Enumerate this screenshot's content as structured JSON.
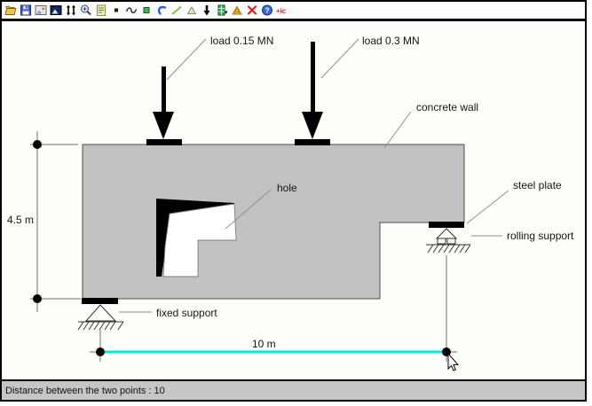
{
  "toolbar": {
    "icons": [
      "open-file",
      "save",
      "image-view",
      "image-invert",
      "fit-points",
      "zoom-in",
      "notes",
      "point-tool",
      "spline-tool",
      "node-tool",
      "arc-tool",
      "line-tool",
      "triangle-tool",
      "load-arrow-tool",
      "table-tool",
      "mesh-tool",
      "delete-tool",
      "help",
      "add-ic"
    ],
    "plus_ic_label": "+ic",
    "help_glyph": "?"
  },
  "canvas": {
    "annotations": {
      "load1": "load 0.15 MN",
      "load2": "load 0.3 MN",
      "concrete_wall": "concrete wall",
      "hole": "hole",
      "steel_plate": "steel plate",
      "rolling_support": "rolling support",
      "fixed_support": "fixed support"
    },
    "dimensions": {
      "height_label": "4.5 m",
      "width_label": "10 m"
    },
    "colors": {
      "wall_fill": "#c1c1c1",
      "measure_line": "#00e7e7",
      "plate_black": "#000000"
    }
  },
  "status_bar": {
    "text": "Distance between the two points : 10"
  }
}
